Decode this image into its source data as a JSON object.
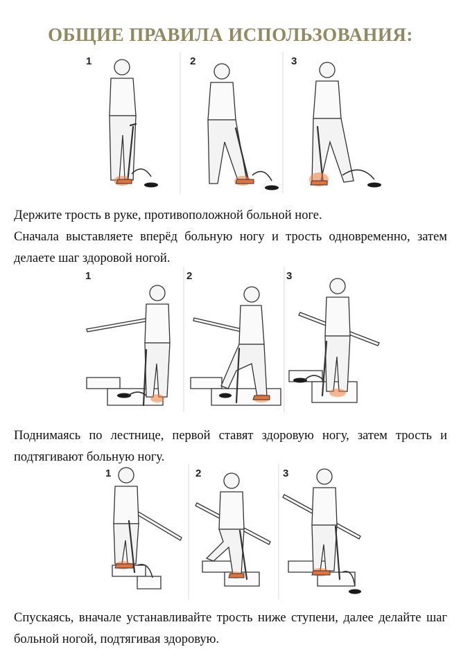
{
  "title": "ОБЩИЕ ПРАВИЛА ИСПОЛЬЗОВАНИЯ:",
  "figures": [
    {
      "panels": [
        "1",
        "2",
        "3"
      ]
    },
    {
      "panels": [
        "1",
        "2",
        "3"
      ]
    },
    {
      "panels": [
        "1",
        "2",
        "3"
      ]
    }
  ],
  "paragraphs": {
    "p1_line1": "Держите трость в руке, противоположной больной ноге.",
    "p1_line2": "Сначала выставляете вперёд больную ногу и трость одновременно, затем делаете шаг здоровой ногой.",
    "p2": "Поднимаясь по лестнице, первой ставят здоровую ногу, затем трость и подтягивают больную ногу.",
    "p3": "Спускаясь, вначале устанавливайте трость ниже ступени, далее делайте шаг больной ногой, подтягивая здоровую."
  },
  "colors": {
    "title": "#8f8a62",
    "highlight": "#f07b3a",
    "text": "#111111"
  }
}
